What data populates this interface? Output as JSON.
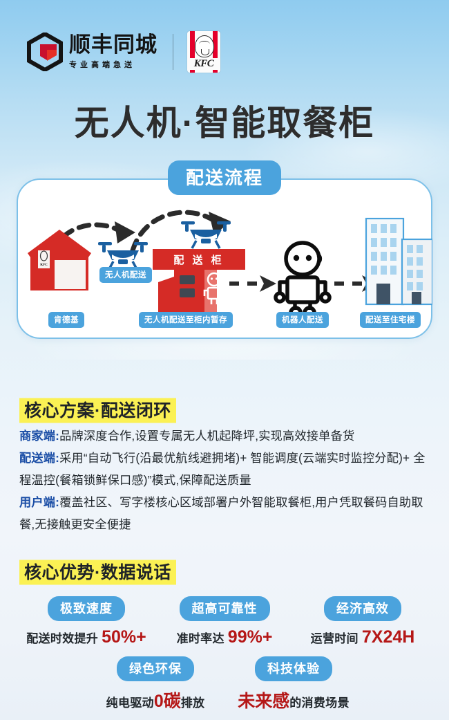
{
  "header": {
    "brand_primary_name": "顺丰同城",
    "brand_primary_tagline": "专业高端急送",
    "brand_secondary_name": "KFC",
    "divider": "|"
  },
  "title": "无人机·智能取餐柜",
  "flow": {
    "badge": "配送流程",
    "nodes": [
      {
        "id": "kfc-store",
        "label": "肯德基"
      },
      {
        "id": "drone",
        "label": "无人机配送"
      },
      {
        "id": "locker",
        "label": "无人机配送至柜内暂存",
        "box_text": "配 送 柜"
      },
      {
        "id": "robot",
        "label": "机器人配送"
      },
      {
        "id": "residence",
        "label": "配送至住宅楼"
      }
    ]
  },
  "plan": {
    "heading": "核心方案·配送闭环",
    "items": [
      {
        "key": "商家端:",
        "text": "品牌深度合作,设置专属无人机起降坪,实现高效接单备货"
      },
      {
        "key": "配送端:",
        "text": "采用“自动飞行(沿最优航线避拥堵)+ 智能调度(云端实时监控分配)+ 全程温控(餐箱锁鲜保口感)”模式,保障配送质量"
      },
      {
        "key": "用户端:",
        "text": "覆盖社区、写字楼核心区域部署户外智能取餐柜,用户凭取餐码自助取餐,无接触更安全便捷"
      }
    ]
  },
  "advantages": {
    "heading": "核心优势·数据说话",
    "row1": [
      {
        "pill": "极致速度",
        "prefix": "配送时效提升 ",
        "value": "50%+",
        "suffix": ""
      },
      {
        "pill": "超高可靠性",
        "prefix": "准时率达 ",
        "value": "99%+",
        "suffix": ""
      },
      {
        "pill": "经济高效",
        "prefix": "运营时间 ",
        "value": "7X24H",
        "suffix": ""
      }
    ],
    "row2": [
      {
        "pill": "绿色环保",
        "prefix": "纯电驱动",
        "value": "0碳",
        "suffix": "排放"
      },
      {
        "pill": "科技体验",
        "prefix": "",
        "value": "未来感",
        "suffix": "的消费场景"
      }
    ]
  },
  "colors": {
    "accent_blue": "#4ba3dd",
    "brand_red": "#e4002b",
    "stat_red": "#b51717",
    "highlight_yellow": "#fbf154",
    "key_blue": "#1b4ea6",
    "title_dark": "#2d2d2d"
  }
}
